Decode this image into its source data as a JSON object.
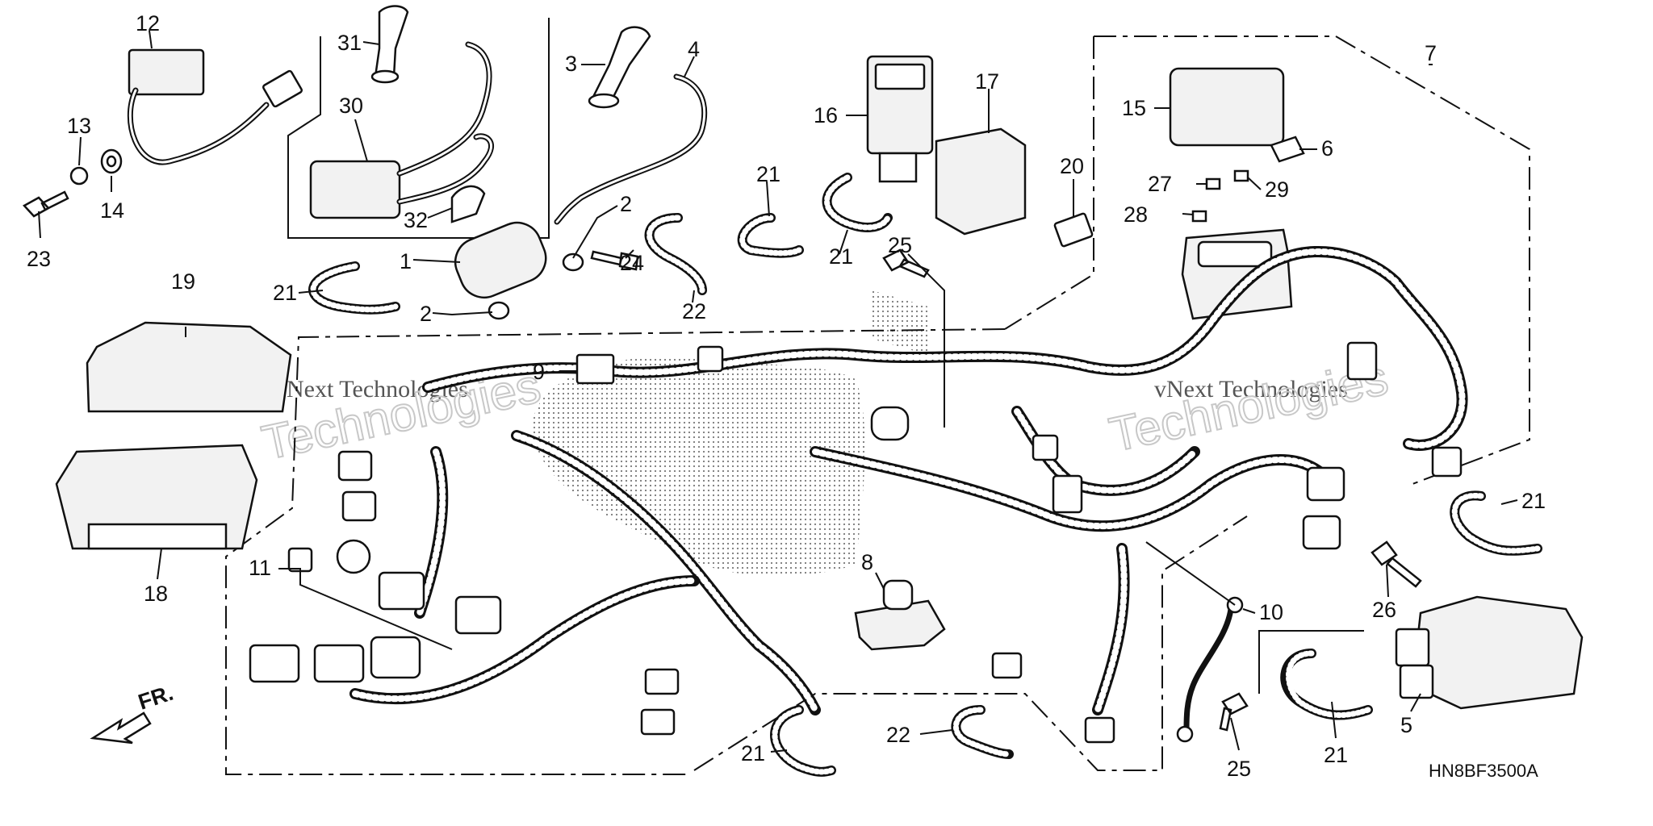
{
  "diagram": {
    "ref_code": "HN8BF3500A",
    "front_label": "FR.",
    "watermarks": [
      "vNext Technologies",
      "vNext Technologies"
    ],
    "callouts": [
      {
        "id": "c1",
        "label": "1"
      },
      {
        "id": "c2a",
        "label": "2"
      },
      {
        "id": "c2b",
        "label": "2"
      },
      {
        "id": "c3",
        "label": "3"
      },
      {
        "id": "c4",
        "label": "4"
      },
      {
        "id": "c5",
        "label": "5"
      },
      {
        "id": "c6",
        "label": "6"
      },
      {
        "id": "c7",
        "label": "7"
      },
      {
        "id": "c8",
        "label": "8"
      },
      {
        "id": "c9",
        "label": "9"
      },
      {
        "id": "c10",
        "label": "10"
      },
      {
        "id": "c11",
        "label": "11"
      },
      {
        "id": "c12",
        "label": "12"
      },
      {
        "id": "c13",
        "label": "13"
      },
      {
        "id": "c14",
        "label": "14"
      },
      {
        "id": "c15",
        "label": "15"
      },
      {
        "id": "c16",
        "label": "16"
      },
      {
        "id": "c17",
        "label": "17"
      },
      {
        "id": "c18",
        "label": "18"
      },
      {
        "id": "c19",
        "label": "19"
      },
      {
        "id": "c20",
        "label": "20"
      },
      {
        "id": "c21a",
        "label": "21"
      },
      {
        "id": "c21b",
        "label": "21"
      },
      {
        "id": "c21c",
        "label": "21"
      },
      {
        "id": "c21d",
        "label": "21"
      },
      {
        "id": "c21e",
        "label": "21"
      },
      {
        "id": "c21f",
        "label": "21"
      },
      {
        "id": "c22a",
        "label": "22"
      },
      {
        "id": "c22b",
        "label": "22"
      },
      {
        "id": "c23",
        "label": "23"
      },
      {
        "id": "c24",
        "label": "24"
      },
      {
        "id": "c25a",
        "label": "25"
      },
      {
        "id": "c25b",
        "label": "25"
      },
      {
        "id": "c26",
        "label": "26"
      },
      {
        "id": "c27",
        "label": "27"
      },
      {
        "id": "c28",
        "label": "28"
      },
      {
        "id": "c29",
        "label": "29"
      },
      {
        "id": "c30",
        "label": "30"
      },
      {
        "id": "c31",
        "label": "31"
      },
      {
        "id": "c32",
        "label": "32"
      }
    ]
  }
}
